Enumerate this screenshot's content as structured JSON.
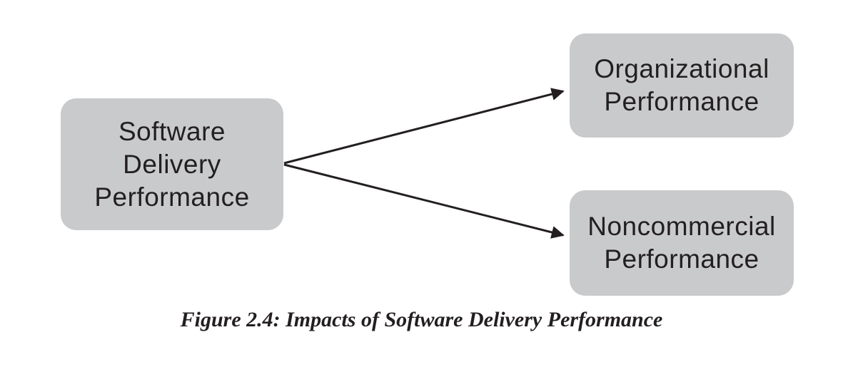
{
  "figure": {
    "type": "flow-diagram",
    "caption": "Figure 2.4: Impacts of Software Delivery Performance",
    "nodes": {
      "source": {
        "label": "Software Delivery Performance",
        "lines": [
          "Software",
          "Delivery",
          "Performance"
        ]
      },
      "organizational": {
        "label": "Organizational Performance",
        "lines": [
          "Organizational",
          "Performance"
        ]
      },
      "noncommercial": {
        "label": "Noncommercial Performance",
        "lines": [
          "Noncommercial",
          "Performance"
        ]
      }
    },
    "edges": [
      {
        "from": "Software Delivery Performance",
        "to": "Organizational Performance",
        "style": "arrow"
      },
      {
        "from": "Software Delivery Performance",
        "to": "Noncommercial Performance",
        "style": "arrow"
      }
    ],
    "colors": {
      "background": "#ffffff",
      "node_fill": "#c9cacc",
      "text": "#231f20",
      "arrow": "#231f20"
    }
  }
}
